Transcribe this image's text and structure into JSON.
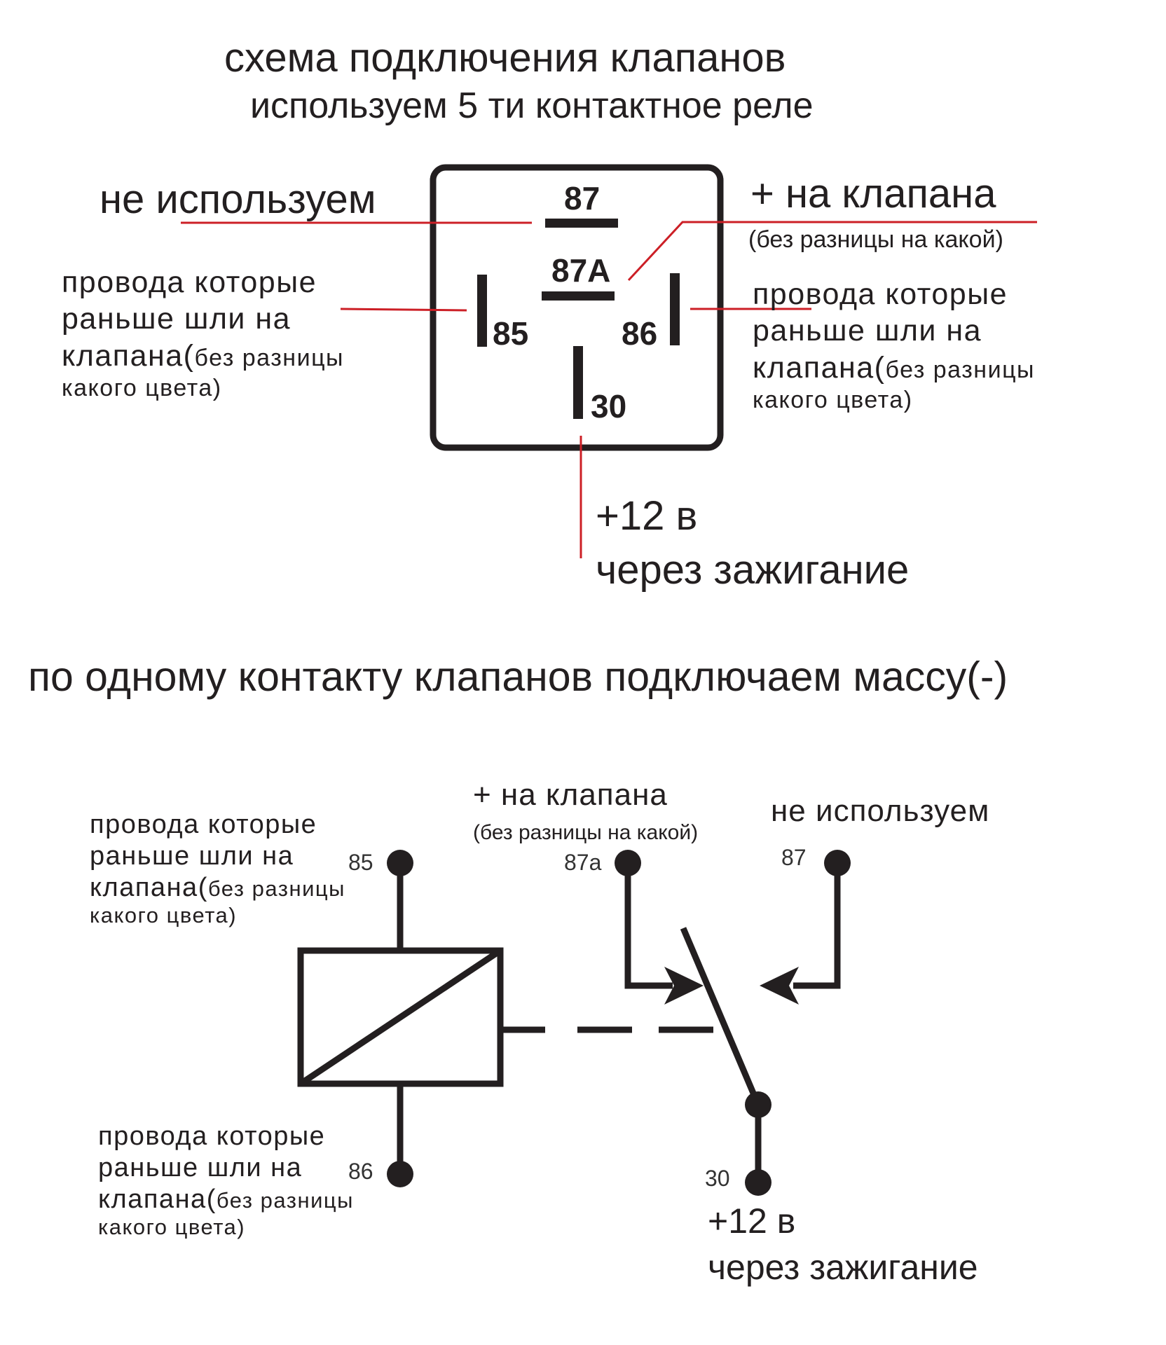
{
  "title": "схема подключения клапанов",
  "subtitle": "используем 5 ти контактное реле",
  "top": {
    "not_used": "не используем",
    "plus_valves": "+ на клапана",
    "plus_valves_note": "(без разницы на какой)",
    "left_wires": {
      "line1": "провода которые",
      "line2": "раньше шли на",
      "line3_main": "клапана(",
      "line3_note": "без разницы",
      "line4": "какого цвета)"
    },
    "right_wires": {
      "line1": "провода которые",
      "line2": "раньше шли на",
      "line3_main": "клапана(",
      "line3_note": "без разницы",
      "line4": "какого цвета)"
    },
    "power_line1": "+12 в",
    "power_line2": "через зажигание",
    "pins": {
      "p87": "87",
      "p87a": "87A",
      "p85": "85",
      "p86": "86",
      "p30": "30"
    }
  },
  "middle_text": "по одному контакту клапанов подключаем массу(-)",
  "bottom": {
    "plus_valves": "+ на клапана",
    "plus_valves_note": "(без разницы на какой)",
    "not_used": "не используем",
    "upper_wires": {
      "line1": "провода которые",
      "line2": "раньше шли на",
      "line3_main": "клапана(",
      "line3_note": "без разницы",
      "line4": "какого цвета)"
    },
    "lower_wires": {
      "line1": "провода которые",
      "line2": "раньше шли на",
      "line3_main": "клапана(",
      "line3_note": "без разницы",
      "line4": "какого цвета)"
    },
    "power_line1": "+12 в",
    "power_line2": "через зажигание",
    "pins": {
      "p85": "85",
      "p87a": "87a",
      "p87": "87",
      "p86": "86",
      "p30": "30"
    }
  },
  "colors": {
    "ink": "#231f20",
    "leader": "#cc1f26",
    "background": "#ffffff"
  }
}
